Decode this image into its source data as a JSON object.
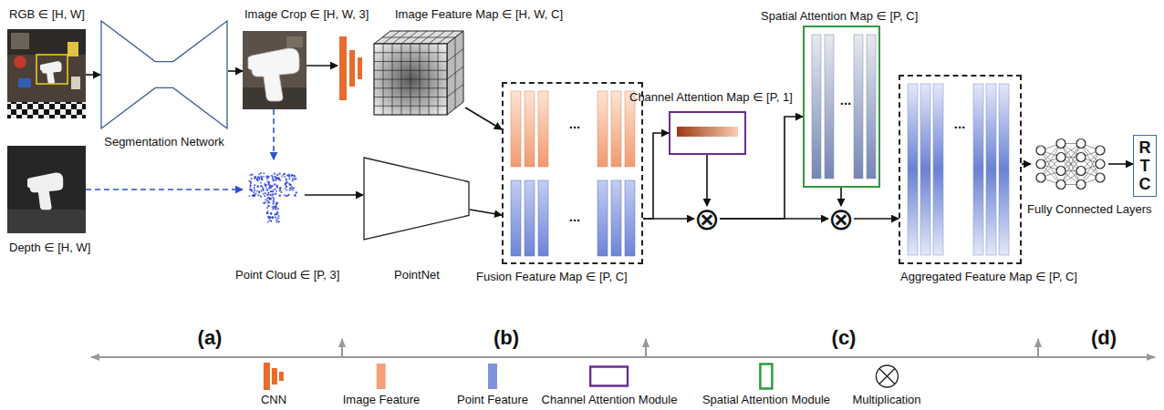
{
  "diagram": {
    "nodes": [
      {
        "text": [
          "RGB ∈ [H, W]"
        ]
      },
      {
        "text": [
          "Segmentation Network"
        ]
      },
      {
        "text": [
          "Image Crop ∈ [H, W, 3]"
        ]
      },
      {
        "text": [
          "Image Feature Map ∈ [H, W, C]"
        ]
      },
      {
        "text": [
          "Depth ∈ [H, W]"
        ]
      },
      {
        "text": [
          "Point Cloud ∈ [P, 3]"
        ]
      },
      {
        "text": [
          "PointNet"
        ]
      },
      {
        "text": [
          "...",
          "...",
          "Fusion Feature Map ∈ [P, C]"
        ]
      },
      {
        "text": [
          "Channel Attention Map ∈ [P, 1]"
        ]
      },
      {
        "text": [
          "⊗"
        ]
      },
      {
        "text": [
          "...",
          "Spatial Attention Map ∈ [P, C]"
        ]
      },
      {
        "text": [
          "⊗"
        ]
      },
      {
        "text": [
          "...",
          "Aggregated Feature Map ∈ [P, C]"
        ]
      },
      {
        "text": [
          "Fully Connected Layers"
        ]
      },
      {
        "text": [
          "R T C"
        ]
      }
    ],
    "edges": [
      {
        "from": 0,
        "to": 1,
        "arrow": "to"
      },
      {
        "from": 1,
        "to": 2,
        "arrow": "to"
      },
      {
        "from": 2,
        "to": 3,
        "arrow": "to"
      },
      {
        "from": 4,
        "to": 5,
        "arrow": "to"
      },
      {
        "from": 2,
        "to": 5,
        "arrow": "to"
      },
      {
        "from": 5,
        "to": 6,
        "arrow": "to"
      },
      {
        "from": 3,
        "to": 7,
        "arrow": "to"
      },
      {
        "from": 6,
        "to": 7,
        "arrow": "to"
      },
      {
        "from": 7,
        "to": 8,
        "arrow": "to"
      },
      {
        "from": 7,
        "to": 9,
        "arrow": "to"
      },
      {
        "from": 8,
        "to": 9,
        "arrow": "to"
      },
      {
        "from": 9,
        "to": 10,
        "arrow": "to"
      },
      {
        "from": 9,
        "to": 11,
        "arrow": "to"
      },
      {
        "from": 10,
        "to": 11,
        "arrow": "to"
      },
      {
        "from": 11,
        "to": 12,
        "arrow": "to"
      },
      {
        "from": 12,
        "to": 13,
        "arrow": "to"
      },
      {
        "from": 13,
        "to": 14,
        "arrow": "to"
      }
    ],
    "labels": [
      "(a)",
      "(b)",
      "(c)",
      "(d)"
    ],
    "legend": [
      {
        "text": "CNN"
      },
      {
        "text": "Image Feature",
        "color": "#f4a27c"
      },
      {
        "text": "Point Feature",
        "color": "#7f93db"
      },
      {
        "text": "Channel Attention Module"
      },
      {
        "text": "Spatial Attention Module"
      },
      {
        "text": "Multiplication"
      }
    ]
  }
}
